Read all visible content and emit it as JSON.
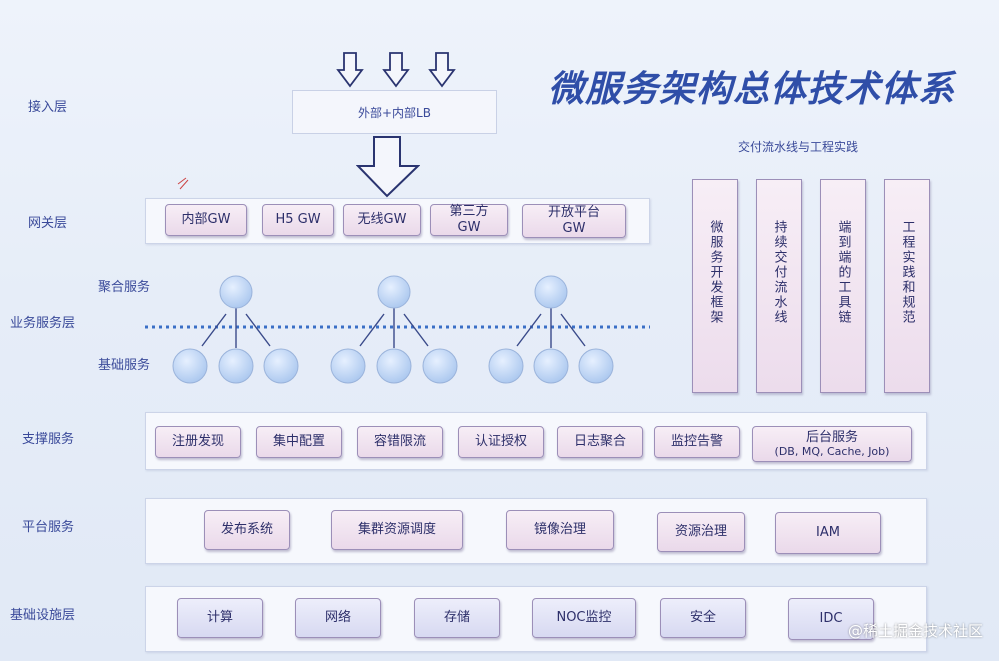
{
  "title": "微服务架构总体技术体系",
  "layers": {
    "access": "接入层",
    "gateway": "网关层",
    "business": "业务服务层",
    "support": "支撑服务",
    "platform": "平台服务",
    "infra": "基础设施层"
  },
  "access_box": "外部+内部LB",
  "gateways": [
    "内部GW",
    "H5 GW",
    "无线GW",
    "第三方GW",
    "开放平台GW"
  ],
  "services": {
    "aggregate": "聚合服务",
    "base": "基础服务"
  },
  "support": [
    "注册发现",
    "集中配置",
    "容错限流",
    "认证授权",
    "日志聚合",
    "监控告警"
  ],
  "backend_service": {
    "title": "后台服务",
    "detail": "(DB, MQ, Cache, Job)"
  },
  "platform": [
    "发布系统",
    "集群资源调度",
    "镜像治理",
    "资源治理",
    "IAM"
  ],
  "infra": [
    "计算",
    "网络",
    "存储",
    "NOC监控",
    "安全",
    "IDC"
  ],
  "delivery": {
    "title": "交付流水线与工程实践",
    "items": [
      "微服务开发框架",
      "持续交付流水线",
      "端到端的工具链",
      "工程实践和规范"
    ]
  },
  "watermark": "@稀土掘金技术社区",
  "colors": {
    "pink_box": "#ecdcec",
    "blue_box": "#d7d9f1",
    "title": "#2f4ea8"
  }
}
